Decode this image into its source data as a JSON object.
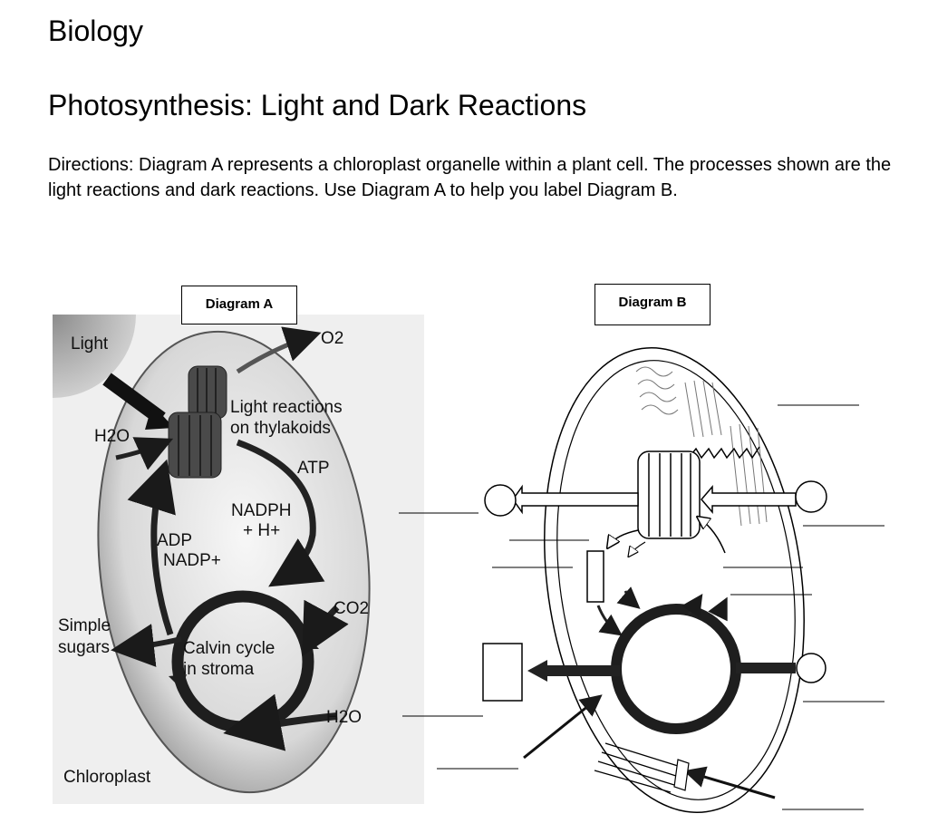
{
  "header": {
    "subject": "Biology",
    "title": "Photosynthesis: Light and Dark Reactions",
    "directions": "Directions: Diagram A represents a chloroplast organelle within a plant cell. The processes shown are the light reactions and dark reactions. Use Diagram A to help you label Diagram B."
  },
  "diagram_a": {
    "box_label": "Diagram A",
    "labels": {
      "light": "Light",
      "water_in": "H2O",
      "o2": "O2",
      "light_reactions_1": "Light reactions",
      "light_reactions_2": "on thylakoids",
      "atp": "ATP",
      "nadph": "NADPH",
      "h_plus": "+ H+",
      "adp": "ADP",
      "nadp": "NADP+",
      "co2": "CO2",
      "simple_1": "Simple",
      "simple_2": "sugars",
      "calvin_1": "Calvin cycle",
      "calvin_2": "in stroma",
      "water_out": "H2O",
      "chloroplast": "Chloroplast"
    }
  },
  "diagram_b": {
    "box_label": "Diagram B",
    "answer_blanks": 11
  },
  "colors": {
    "ink": "#000000",
    "shading": "#9a9a9a",
    "dark": "#3a3a3a"
  }
}
